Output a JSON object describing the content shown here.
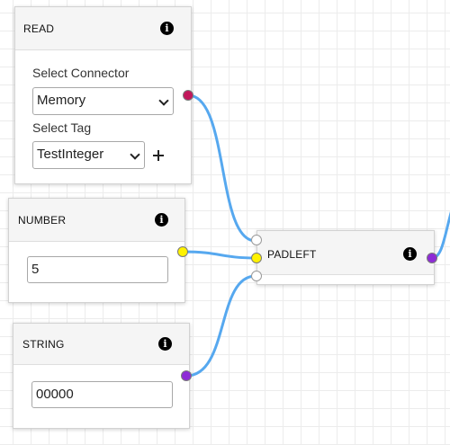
{
  "colors": {
    "wire": "#56a8ef",
    "port_magenta": "#c2185b",
    "port_yellow": "#fff200",
    "port_purple": "#8e2bd6",
    "port_empty": "#ffffff",
    "canvas_grid": "#ececec"
  },
  "nodes": {
    "read": {
      "title": "READ",
      "icon": "info-icon",
      "connector_label": "Select Connector",
      "connector_value": "Memory",
      "tag_label": "Select Tag",
      "tag_value": "TestInteger",
      "add_icon": "plus-icon"
    },
    "number": {
      "title": "NUMBER",
      "icon": "info-icon",
      "value": "5"
    },
    "string": {
      "title": "STRING",
      "icon": "info-icon",
      "value": "00000"
    },
    "padleft": {
      "title": "PADLEFT",
      "icon": "info-icon"
    }
  }
}
